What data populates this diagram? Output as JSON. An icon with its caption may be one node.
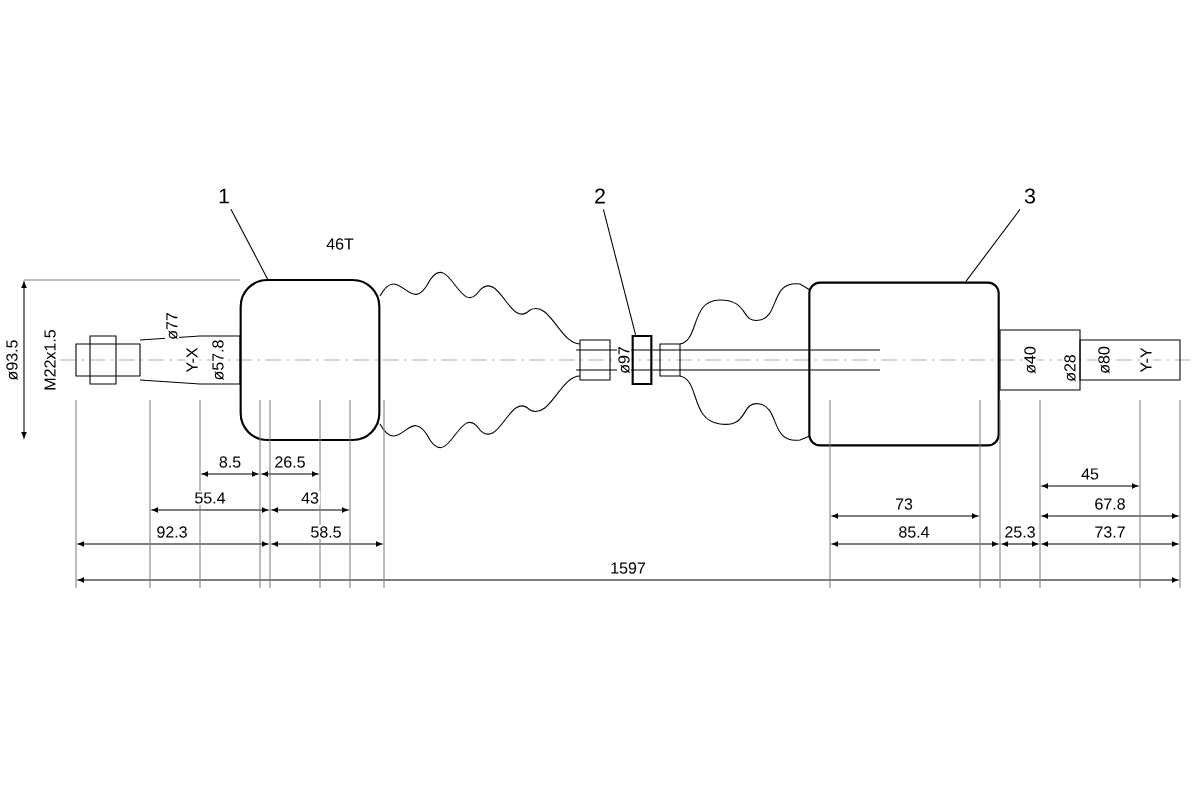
{
  "diagram": {
    "nodes": [
      {
        "text": [
          "1"
        ]
      },
      {
        "text": [
          "2"
        ]
      },
      {
        "text": [
          "3"
        ]
      },
      {
        "text": [],
        "shape": "box"
      },
      {
        "text": [],
        "shape": "box"
      },
      {
        "text": [],
        "shape": "box"
      }
    ],
    "edges": [
      {
        "from": 0,
        "to": 3,
        "arrow": "none"
      },
      {
        "from": 1,
        "to": 4,
        "arrow": "none"
      },
      {
        "from": 2,
        "to": 5,
        "arrow": "none"
      }
    ],
    "labels": [
      "46T",
      "ø93.5",
      "M22x1.5",
      "ø77",
      "Y-X",
      "ø57.8",
      "ø97",
      "ø40",
      "ø28",
      "ø80",
      "Y-Y",
      "8.5",
      "26.5",
      "45",
      "55.4",
      "43",
      "73",
      "67.8",
      "92.3",
      "58.5",
      "85.4",
      "25.3",
      "73.7",
      "1597"
    ]
  }
}
